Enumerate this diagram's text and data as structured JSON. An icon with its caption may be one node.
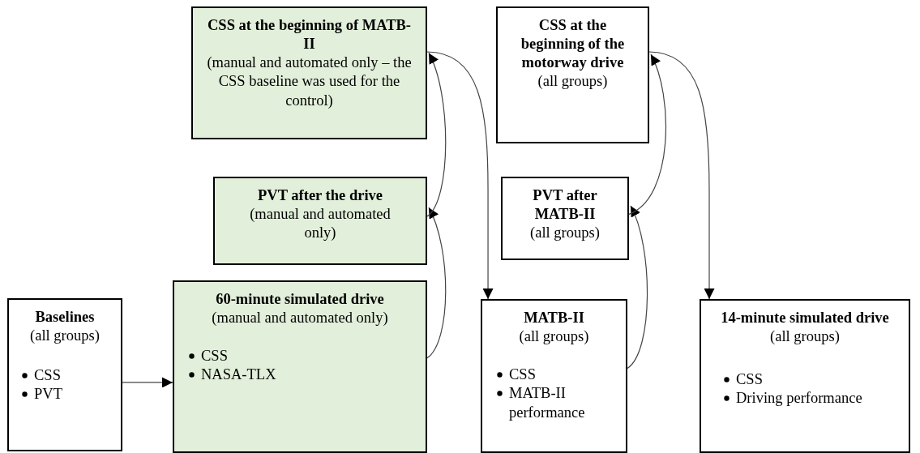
{
  "diagram": {
    "nodes": [
      {
        "text": [
          "Baselines",
          "(all groups)",
          "CSS",
          "PVT"
        ]
      },
      {
        "text": [
          "60-minute simulated drive",
          "(manual and automated only)",
          "CSS",
          "NASA-TLX"
        ]
      },
      {
        "text": [
          "PVT after the drive",
          "(manual and automated only)"
        ]
      },
      {
        "text": [
          "CSS at the beginning of MATB-II",
          "(manual and automated only – the CSS baseline was used for the control)"
        ]
      },
      {
        "text": [
          "MATB-II",
          "(all groups)",
          "CSS",
          "MATB-II performance"
        ]
      },
      {
        "text": [
          "PVT after MATB-II",
          "(all groups)"
        ]
      },
      {
        "text": [
          "CSS at the beginning of the motorway drive",
          "(all groups)"
        ]
      },
      {
        "text": [
          "14-minute simulated drive",
          "(all groups)",
          "CSS",
          "Driving performance"
        ]
      }
    ],
    "edges": [
      {
        "from": 0,
        "to": 1,
        "arrow": "to"
      },
      {
        "from": 1,
        "to": 2,
        "arrow": "to"
      },
      {
        "from": 2,
        "to": 3,
        "arrow": "to"
      },
      {
        "from": 3,
        "to": 4,
        "arrow": "to"
      },
      {
        "from": 4,
        "to": 5,
        "arrow": "to"
      },
      {
        "from": 5,
        "to": 6,
        "arrow": "to"
      },
      {
        "from": 6,
        "to": 7,
        "arrow": "to"
      }
    ]
  }
}
